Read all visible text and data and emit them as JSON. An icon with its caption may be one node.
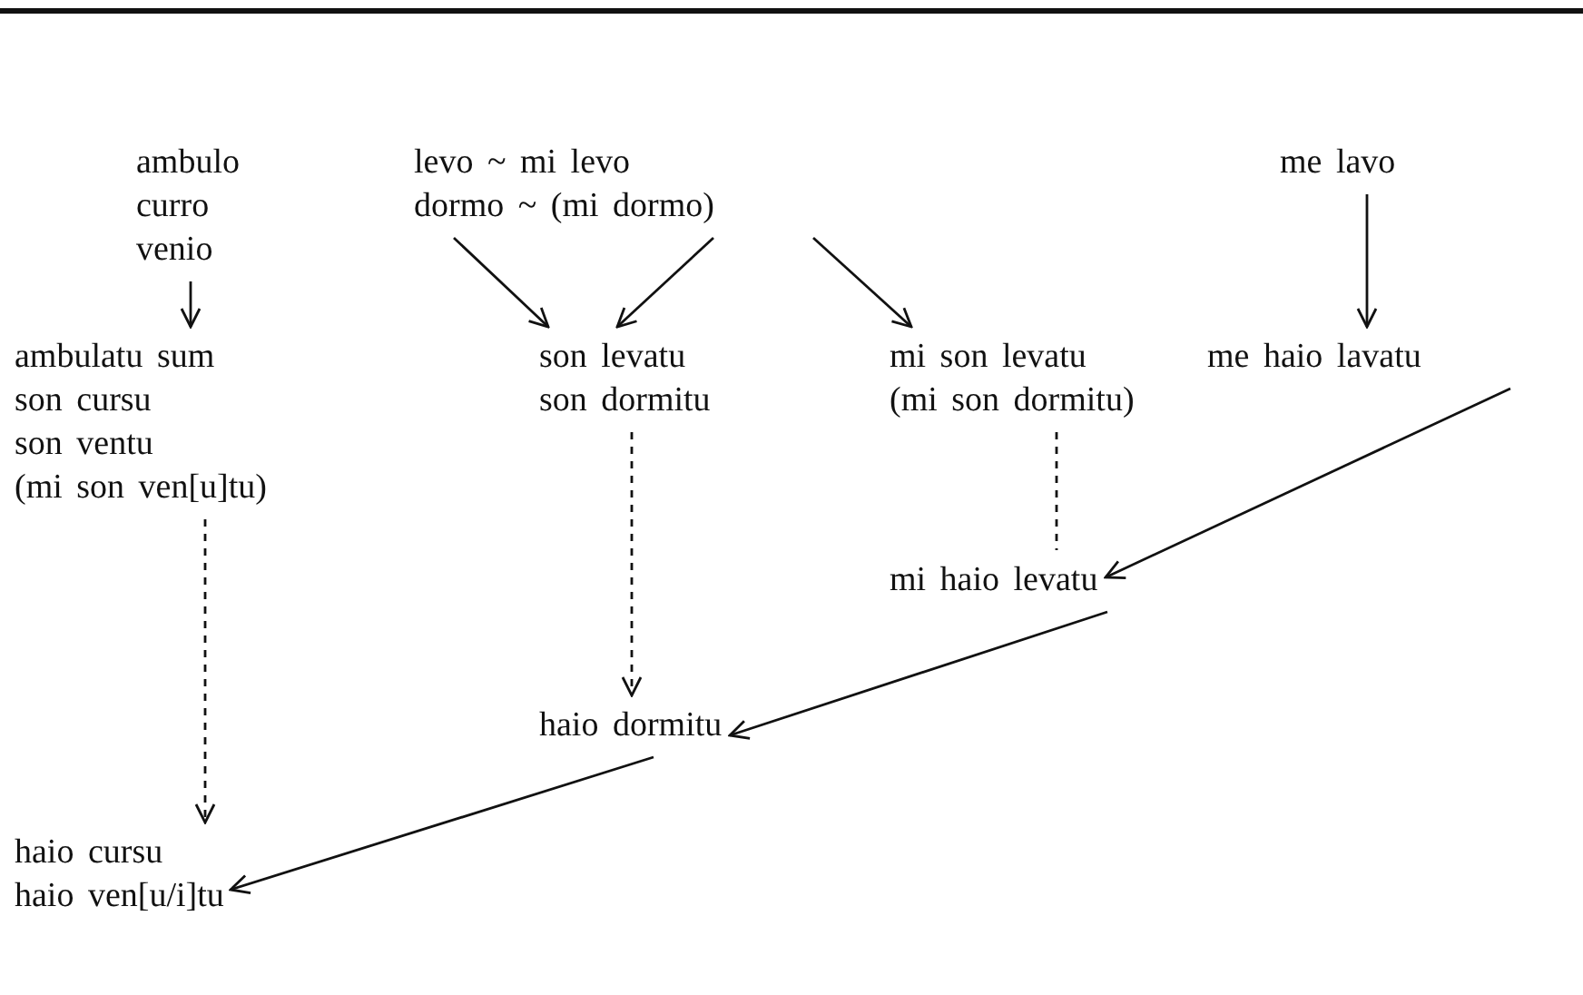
{
  "diagram": {
    "nodes": [
      {
        "text": [
          "ambulo",
          "curro",
          "venio"
        ]
      },
      {
        "text": [
          "levo ~ mi levo",
          "dormo ~ (mi dormo)"
        ]
      },
      {
        "text": [
          "me lavo"
        ]
      },
      {
        "text": [
          "ambulatu sum",
          "son cursu",
          "son ventu",
          "(mi son ven[u]tu)"
        ]
      },
      {
        "text": [
          "son levatu",
          "son dormitu"
        ]
      },
      {
        "text": [
          "mi son levatu",
          "(mi son dormitu)"
        ]
      },
      {
        "text": [
          "me haio lavatu"
        ]
      },
      {
        "text": [
          "mi haio levatu"
        ]
      },
      {
        "text": [
          "haio dormitu"
        ]
      },
      {
        "text": [
          "haio cursu",
          "haio ven[u/i]tu"
        ]
      }
    ],
    "edges": [
      {
        "from": 0,
        "to": 3,
        "arrow": "to"
      },
      {
        "from": 1,
        "to": 4,
        "arrow": "to"
      },
      {
        "from": 1,
        "to": 4,
        "arrow": "to"
      },
      {
        "from": 1,
        "to": 5,
        "arrow": "to"
      },
      {
        "from": 2,
        "to": 6,
        "arrow": "to"
      },
      {
        "from": 5,
        "to": 7,
        "arrow": "none",
        "style": "dashed"
      },
      {
        "from": 4,
        "to": 8,
        "arrow": "to",
        "style": "dashed"
      },
      {
        "from": 3,
        "to": 9,
        "arrow": "to",
        "style": "dashed"
      },
      {
        "from": 6,
        "to": 7,
        "arrow": "to"
      },
      {
        "from": 7,
        "to": 8,
        "arrow": "to"
      },
      {
        "from": 8,
        "to": 9,
        "arrow": "to"
      }
    ]
  }
}
